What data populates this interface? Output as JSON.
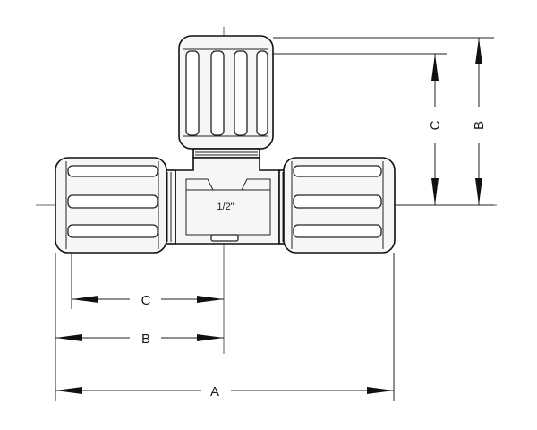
{
  "labels": {
    "dim_a": "A",
    "dim_b_horizontal": "B",
    "dim_c_horizontal": "C",
    "dim_b_vertical": "B",
    "dim_c_vertical": "C",
    "port_size": "1/2\""
  },
  "colors": {
    "line": "#111111",
    "body_fill": "#f6f6f6",
    "rib_fill": "#ffffff"
  }
}
